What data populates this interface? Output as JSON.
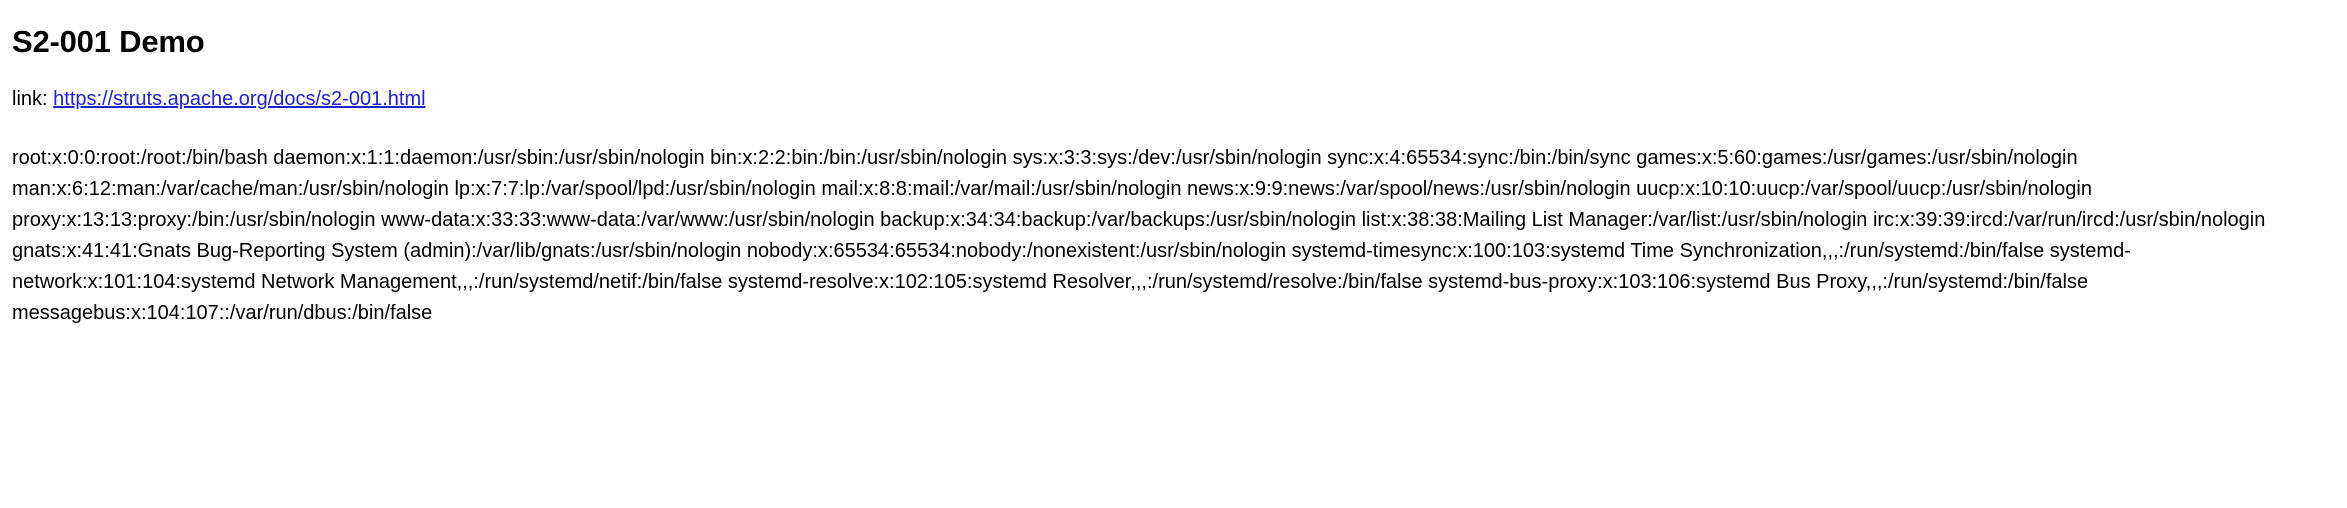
{
  "page": {
    "title": "S2-001 Demo",
    "background_color": "#ffffff",
    "text_color": "#000000"
  },
  "link_section": {
    "label": "link:",
    "link_text": "https://struts.apache.org/docs/s2-001.html",
    "link_href": "https://struts.apache.org/docs/s2-001.html",
    "link_color": "#2222cc"
  },
  "output": {
    "passwd_dump": "root:x:0:0:root:/root:/bin/bash daemon:x:1:1:daemon:/usr/sbin:/usr/sbin/nologin bin:x:2:2:bin:/bin:/usr/sbin/nologin sys:x:3:3:sys:/dev:/usr/sbin/nologin sync:x:4:65534:sync:/bin:/bin/sync games:x:5:60:games:/usr/games:/usr/sbin/nologin man:x:6:12:man:/var/cache/man:/usr/sbin/nologin lp:x:7:7:lp:/var/spool/lpd:/usr/sbin/nologin mail:x:8:8:mail:/var/mail:/usr/sbin/nologin news:x:9:9:news:/var/spool/news:/usr/sbin/nologin uucp:x:10:10:uucp:/var/spool/uucp:/usr/sbin/nologin proxy:x:13:13:proxy:/bin:/usr/sbin/nologin www-data:x:33:33:www-data:/var/www:/usr/sbin/nologin backup:x:34:34:backup:/var/backups:/usr/sbin/nologin list:x:38:38:Mailing List Manager:/var/list:/usr/sbin/nologin irc:x:39:39:ircd:/var/run/ircd:/usr/sbin/nologin gnats:x:41:41:Gnats Bug-Reporting System (admin):/var/lib/gnats:/usr/sbin/nologin nobody:x:65534:65534:nobody:/nonexistent:/usr/sbin/nologin systemd-timesync:x:100:103:systemd Time Synchronization,,,:/run/systemd:/bin/false systemd-network:x:101:104:systemd Network Management,,,:/run/systemd/netif:/bin/false systemd-resolve:x:102:105:systemd Resolver,,,:/run/systemd/resolve:/bin/false systemd-bus-proxy:x:103:106:systemd Bus Proxy,,,:/run/systemd:/bin/false messagebus:x:104:107::/var/run/dbus:/bin/false"
  }
}
